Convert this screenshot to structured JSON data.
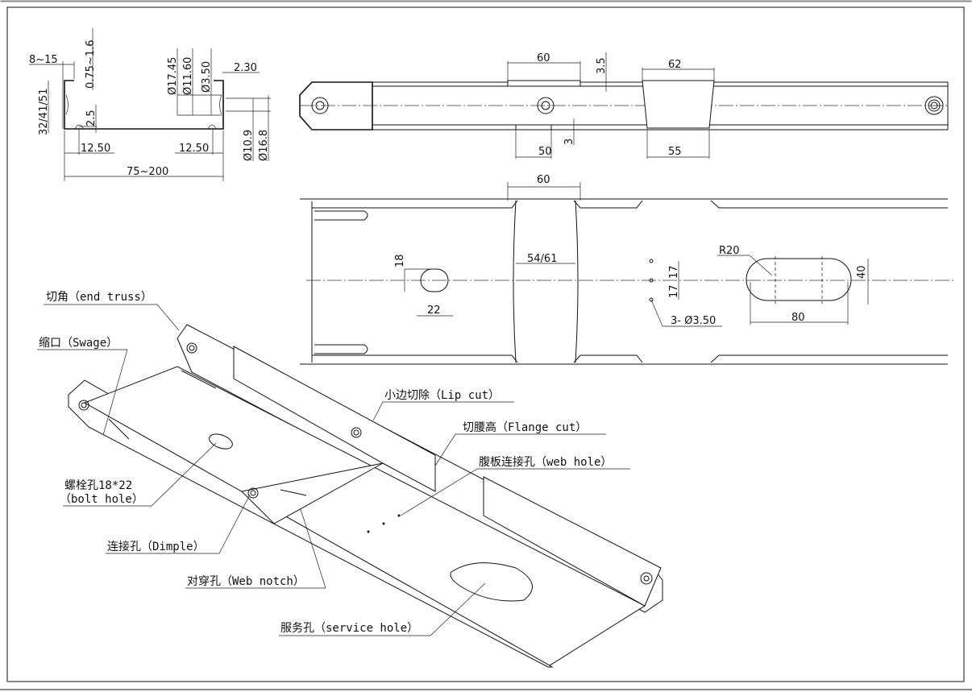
{
  "section_view": {
    "dims": [
      "8~15",
      "0.75~1.6",
      "32/41/51",
      "2.5",
      "12.50",
      "12.50",
      "75~200",
      "Ø17.45",
      "Ø11.60",
      "Ø3.50",
      "2.30",
      "Ø10.9",
      "Ø16.8"
    ]
  },
  "side_view": {
    "dims": [
      "60",
      "3.5",
      "62",
      "50",
      "3",
      "55"
    ]
  },
  "top_view": {
    "dims": [
      "60",
      "54/61",
      "18",
      "22",
      "17",
      "17",
      "3- Ø3.50",
      "R20",
      "40",
      "80"
    ]
  },
  "callouts": {
    "end_truss": "切角（end truss）",
    "swage": "缩口（Swage）",
    "bolt_hole_1": "螺栓孔18*22",
    "bolt_hole_2": "（bolt hole）",
    "dimple": "连接孔（Dimple）",
    "web_notch": "对穿孔（Web notch）",
    "service_hole": "服务孔（service hole）",
    "lip_cut": "小边切除（Lip cut）",
    "flange_cut": "切腰高（Flange cut）",
    "web_hole": "腹板连接孔（web hole）"
  }
}
